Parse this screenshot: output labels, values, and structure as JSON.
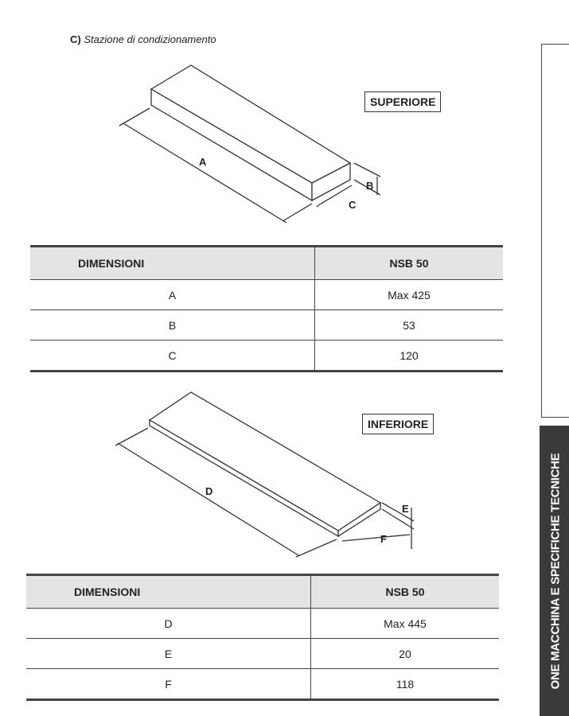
{
  "section": {
    "prefix": "C)",
    "title": "Stazione di condizionamento"
  },
  "upper": {
    "label": "SUPERIORE",
    "dims": {
      "a": "A",
      "b": "B",
      "c": "C"
    },
    "table": {
      "headers": [
        "DIMENSIONI",
        "NSB 50"
      ],
      "rows": [
        [
          "A",
          "Max 425"
        ],
        [
          "B",
          "53"
        ],
        [
          "C",
          "120"
        ]
      ]
    }
  },
  "lower": {
    "label": "INFERIORE",
    "dims": {
      "d": "D",
      "e": "E",
      "f": "F"
    },
    "table": {
      "headers": [
        "DIMENSIONI",
        "NSB 50"
      ],
      "rows": [
        [
          "D",
          "Max 445"
        ],
        [
          "E",
          "20"
        ],
        [
          "F",
          "118"
        ]
      ]
    }
  },
  "side_tab": "ONE MACCHINA E SPECIFICHE TECNICHE"
}
